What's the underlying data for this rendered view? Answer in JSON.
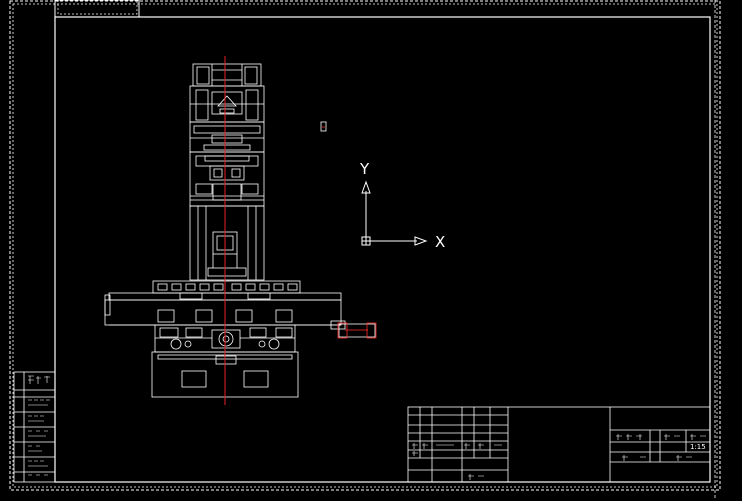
{
  "drawing": {
    "background": "#000000",
    "line_color": "#ffffff",
    "centerline_color": "#e8202a",
    "highlight_color": "#ff2a2a"
  },
  "ucs": {
    "x_label": "X",
    "y_label": "Y"
  },
  "title_block": {
    "scale": "1:15"
  }
}
